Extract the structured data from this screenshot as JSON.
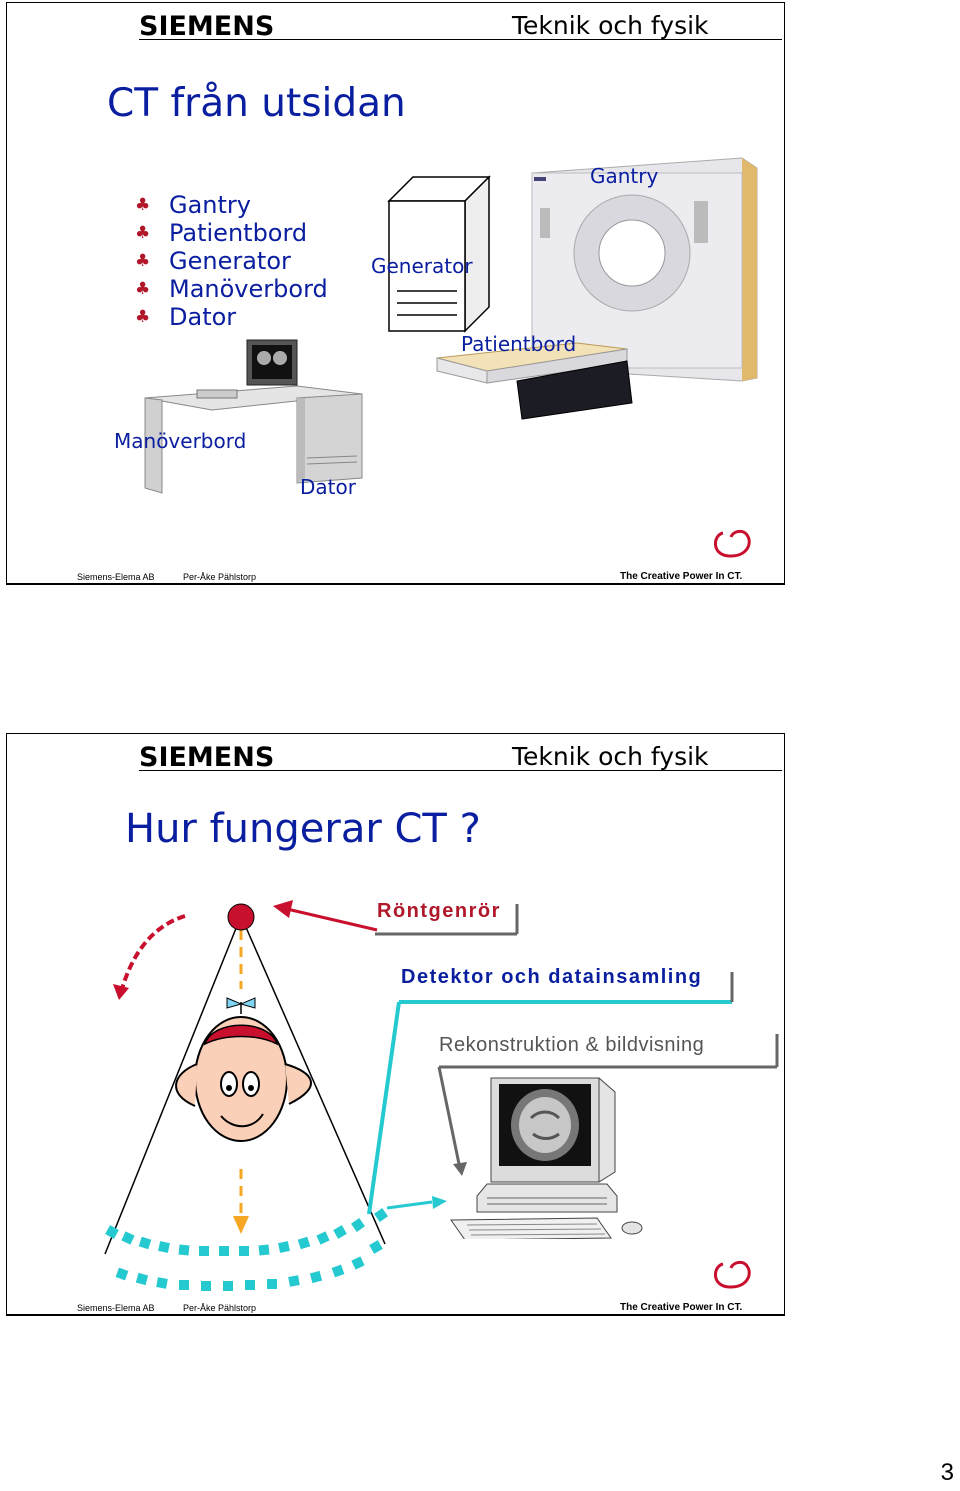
{
  "slides": [
    {
      "logo": "SIEMENS",
      "topic": "Teknik och fysik",
      "title": "CT från utsidan",
      "bullets": [
        "Gantry",
        "Patientbord",
        "Generator",
        "Manöverbord",
        "Dator"
      ],
      "labels": {
        "gantry": "Gantry",
        "generator": "Generator",
        "patientbord": "Patientbord",
        "manoverbord": "Manöverbord",
        "dator": "Dator"
      },
      "footer": {
        "company": "Siemens-Elema AB",
        "author": "Per-Åke Pählstorp",
        "tagline": "The Creative Power In CT."
      }
    },
    {
      "logo": "SIEMENS",
      "topic": "Teknik och fysik",
      "title": "Hur fungerar CT ?",
      "labels": {
        "rontgenror": "Röntgenrör",
        "detektor": "Detektor och datainsamling",
        "rekonstruktion": "Rekonstruktion & bildvisning"
      },
      "footer": {
        "company": "Siemens-Elema AB",
        "author": "Per-Åke Pählstorp",
        "tagline": "The Creative Power In CT."
      }
    }
  ],
  "page_number": "3",
  "colors": {
    "title_blue": "#0a1ea0",
    "bullet_red": "#b0182a",
    "arrow_red": "#c8102e",
    "beam_orange": "#f5a623",
    "detector_cyan": "#25c9d0"
  }
}
